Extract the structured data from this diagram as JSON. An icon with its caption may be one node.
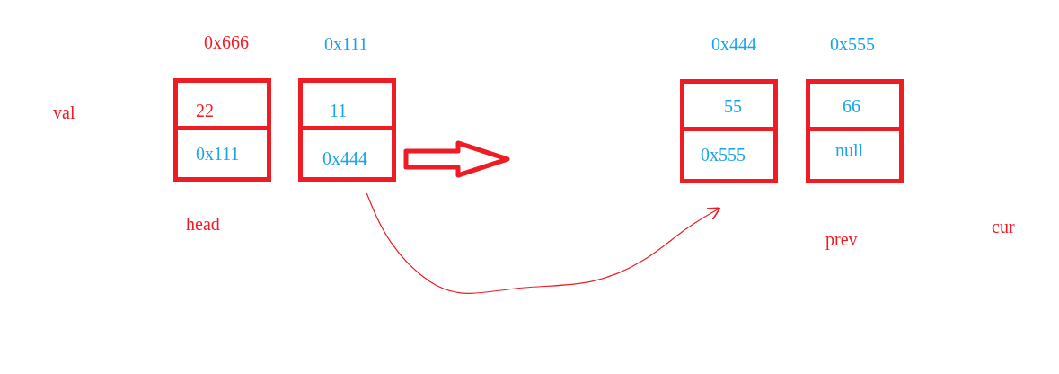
{
  "diagram": {
    "nodes": [
      {
        "text": [
          "22",
          "0x111"
        ],
        "beside": [
          "0x666"
        ]
      },
      {
        "text": [
          "11",
          "0x444"
        ],
        "beside": [
          "0x111"
        ]
      },
      {
        "text": [
          "55",
          "0x555"
        ],
        "beside": [
          "0x444"
        ]
      },
      {
        "text": [
          "66",
          "null"
        ],
        "beside": [
          "0x555"
        ]
      }
    ],
    "edges": [
      {
        "from": 1,
        "to": null,
        "arrow": "to",
        "style": "thick"
      },
      {
        "from": 1,
        "to": 2,
        "arrow": "to"
      }
    ],
    "labels": [
      "val",
      "head",
      "prev",
      "cur"
    ]
  }
}
